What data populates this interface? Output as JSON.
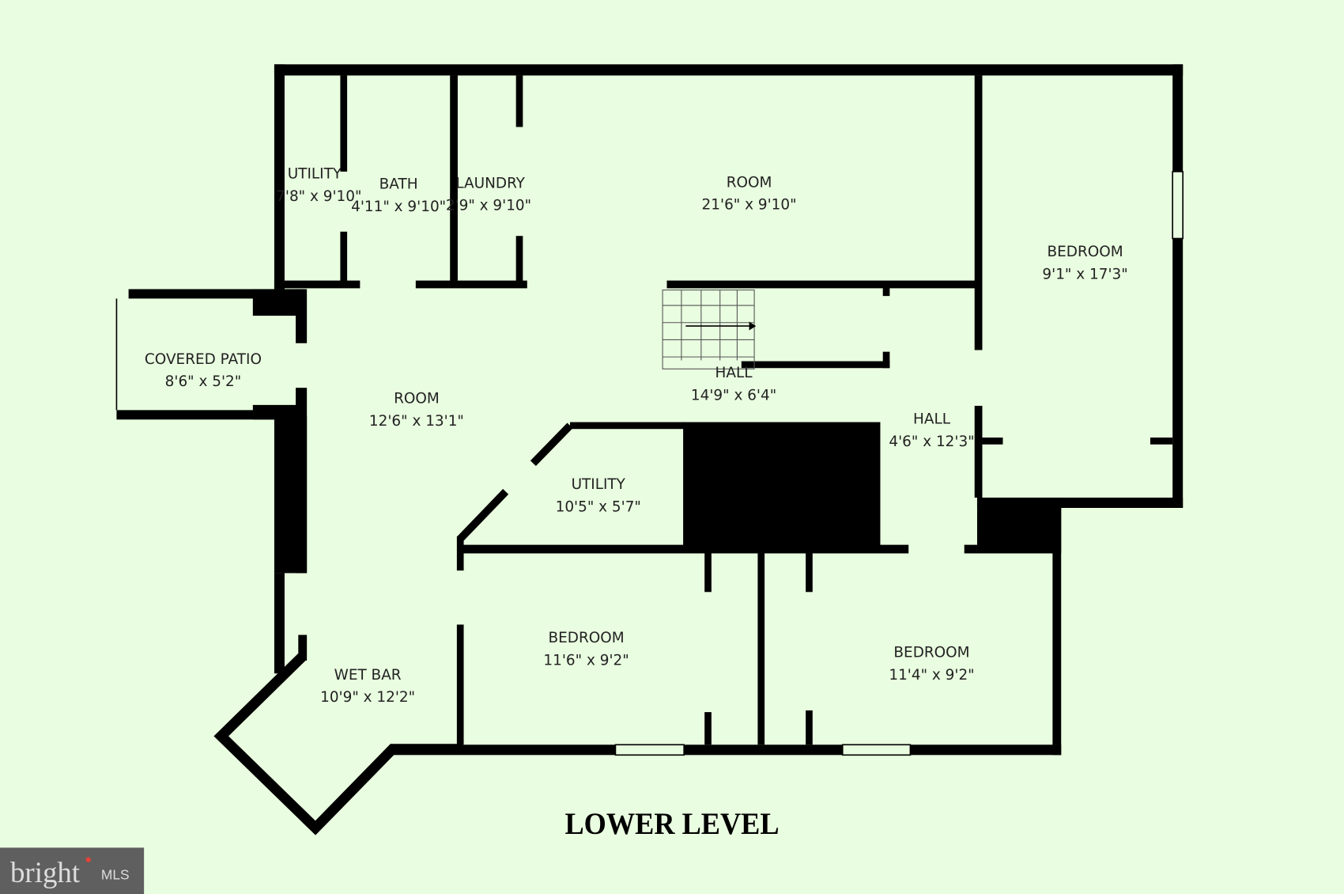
{
  "title": "LOWER LEVEL",
  "logo": {
    "text": "bright",
    "suffix": "MLS"
  },
  "colors": {
    "background": "#e9fde0",
    "wall": "#000000"
  },
  "rooms": [
    {
      "name": "UTILITY",
      "size": "7'8\" x 9'10\""
    },
    {
      "name": "BATH",
      "size": "4'11\" x 9'10\""
    },
    {
      "name": "LAUNDRY",
      "size": "2'9\" x 9'10\""
    },
    {
      "name": "ROOM",
      "size": "21'6\" x 9'10\""
    },
    {
      "name": "BEDROOM",
      "size": "9'1\" x 17'3\""
    },
    {
      "name": "COVERED PATIO",
      "size": "8'6\" x 5'2\""
    },
    {
      "name": "ROOM",
      "size": "12'6\" x 13'1\""
    },
    {
      "name": "HALL",
      "size": "14'9\" x 6'4\""
    },
    {
      "name": "HALL",
      "size": "4'6\" x 12'3\""
    },
    {
      "name": "UTILITY",
      "size": "10'5\" x 5'7\""
    },
    {
      "name": "BEDROOM",
      "size": "11'6\" x 9'2\""
    },
    {
      "name": "BEDROOM",
      "size": "11'4\" x 9'2\""
    },
    {
      "name": "WET BAR",
      "size": "10'9\" x 12'2\""
    }
  ]
}
